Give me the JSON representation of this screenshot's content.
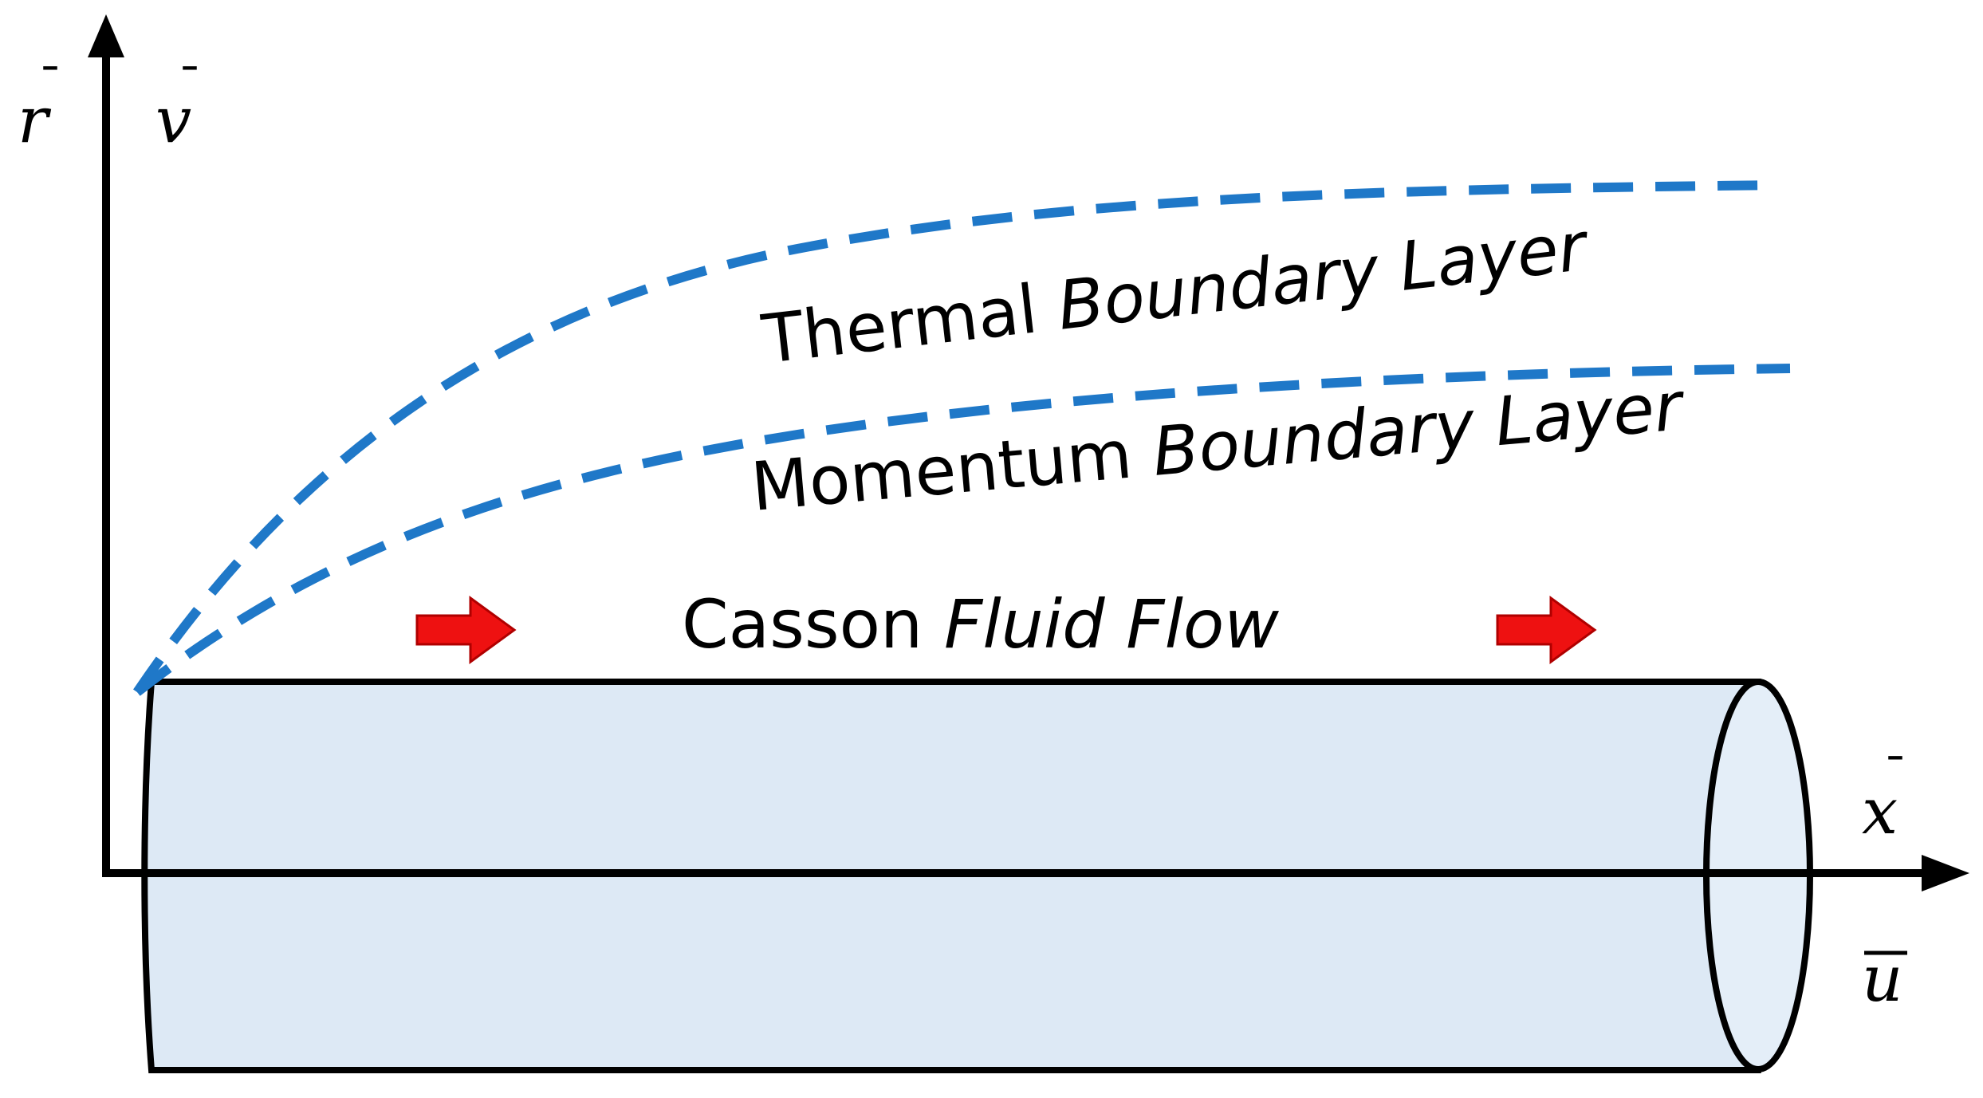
{
  "labels": {
    "thermal_plain": "Thermal",
    "thermal_italic": "Boundary Layer",
    "momentum_plain": "Momentum",
    "momentum_italic": "Boundary Layer",
    "flow_plain": "Casson",
    "flow_italic": "Fluid Flow"
  },
  "axes": {
    "r": "r",
    "v": "v",
    "x": "x",
    "u": "u",
    "bar": "¯"
  },
  "colors": {
    "boundary_layer": "#1f78c8",
    "cylinder_fill": "#dde9f5",
    "flow_arrow": "#ee1111",
    "outline": "#000000"
  },
  "icons": {
    "flow_arrow": "right-arrow-icon"
  }
}
